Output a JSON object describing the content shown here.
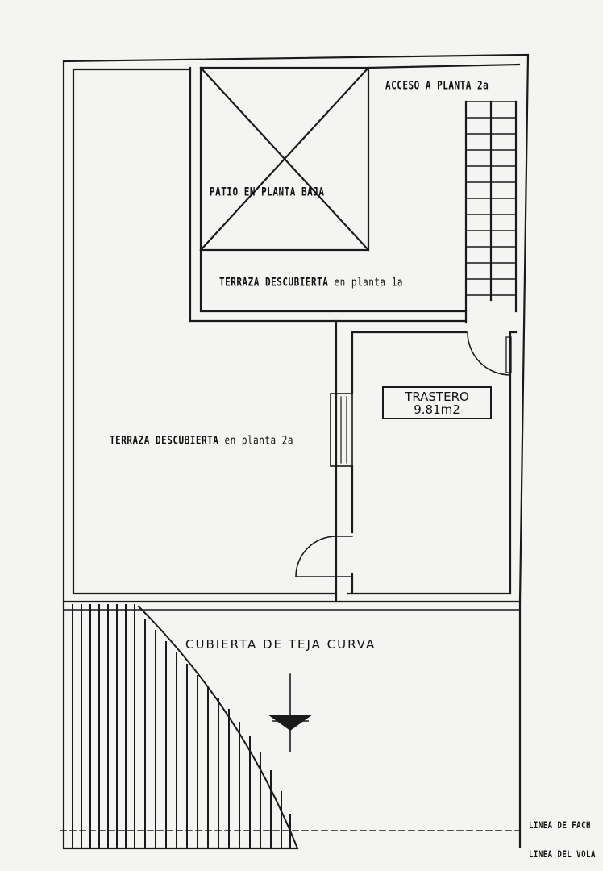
{
  "labels": {
    "acceso": "ACCESO A PLANTA 2a",
    "patio": "PATIO EN PLANTA BAJA",
    "terraza1_main": "TERRAZA DESCUBIERTA",
    "terraza1_suffix": "en planta 1a",
    "terraza2_main": "TERRAZA DESCUBIERTA",
    "terraza2_suffix": "en planta 2a",
    "trastero_name": "TRASTERO",
    "trastero_area": "9.81m2",
    "cubierta": "CUBIERTA DE TEJA CURVA",
    "linea_fachada": "LINEA DE FACH",
    "linea_vuelo": "LINEA DEL VOLA"
  },
  "colors": {
    "ink": "#1a1a1a",
    "paper": "#f4f4f2"
  }
}
